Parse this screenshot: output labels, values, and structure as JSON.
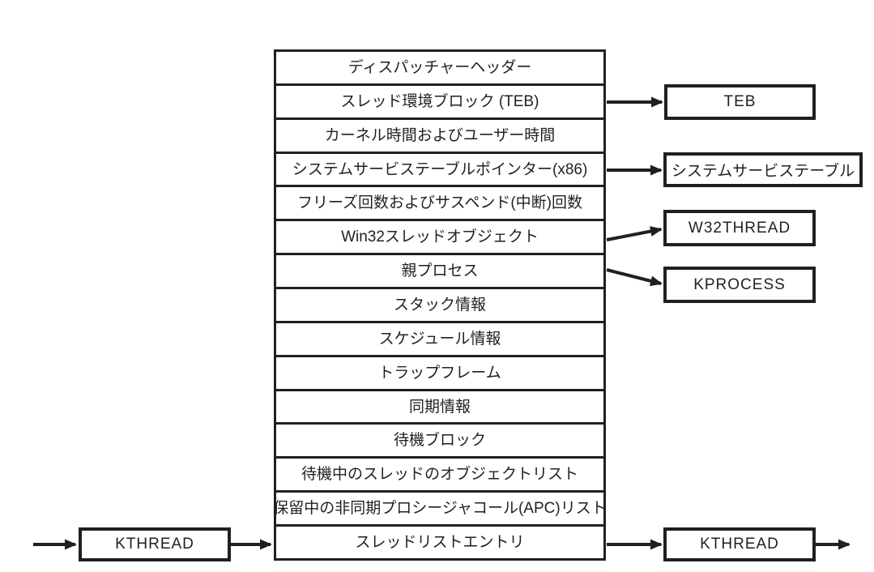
{
  "structure": {
    "rows": [
      "ディスパッチャーヘッダー",
      "スレッド環境ブロック (TEB)",
      "カーネル時間およびユーザー時間",
      "システムサービステーブルポインター(x86)",
      "フリーズ回数およびサスペンド(中断)回数",
      "Win32スレッドオブジェクト",
      "親プロセス",
      "スタック情報",
      "スケジュール情報",
      "トラップフレーム",
      "同期情報",
      "待機ブロック",
      "待機中のスレッドのオブジェクトリスト",
      "保留中の非同期プロシージャコール(APC)リスト",
      "スレッドリストエントリ"
    ]
  },
  "linked_boxes": {
    "teb": "TEB",
    "system_service_table": "システムサービステーブル",
    "w32thread": "W32THREAD",
    "kprocess": "KPROCESS",
    "kthread_left": "KTHREAD",
    "kthread_right": "KTHREAD"
  },
  "connections": [
    {
      "from": "スレッド環境ブロック (TEB)",
      "to": "TEB"
    },
    {
      "from": "システムサービステーブルポインター(x86)",
      "to": "システムサービステーブル"
    },
    {
      "from": "Win32スレッドオブジェクト",
      "to": "W32THREAD"
    },
    {
      "from": "親プロセス",
      "to": "KPROCESS"
    },
    {
      "from": "KTHREAD (left)",
      "to": "スレッドリストエントリ"
    },
    {
      "from": "スレッドリストエントリ",
      "to": "KTHREAD (right)"
    }
  ],
  "colors": {
    "line": "#231f20",
    "text": "#231f20",
    "background": "#ffffff"
  }
}
